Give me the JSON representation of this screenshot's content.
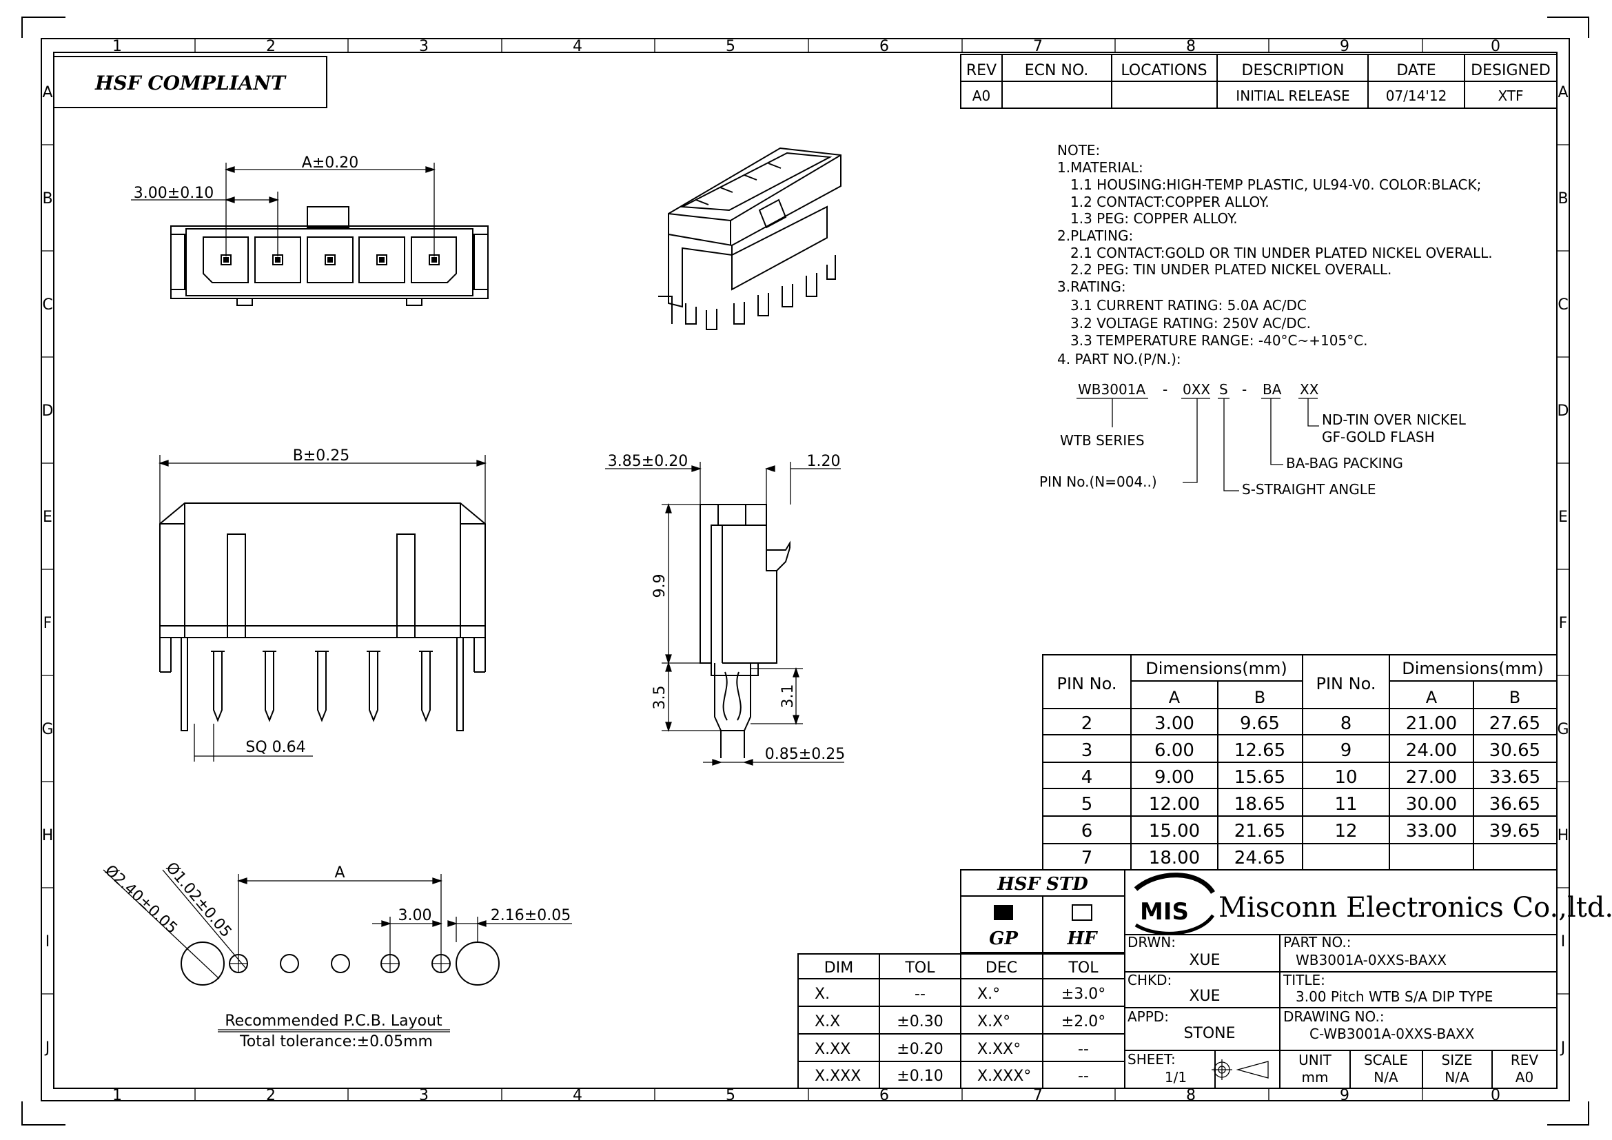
{
  "frame": {
    "columns": [
      "1",
      "2",
      "3",
      "4",
      "5",
      "6",
      "7",
      "8",
      "9",
      "0"
    ],
    "rows": [
      "A",
      "B",
      "C",
      "D",
      "E",
      "F",
      "G",
      "H",
      "I",
      "J"
    ]
  },
  "compliance_label": "HSF COMPLIANT",
  "revision_table": {
    "headers": [
      "REV",
      "ECN NO.",
      "LOCATIONS",
      "DESCRIPTION",
      "DATE",
      "DESIGNED"
    ],
    "row": [
      "A0",
      "",
      "",
      "INITIAL RELEASE",
      "07/14'12",
      "XTF"
    ]
  },
  "notes": {
    "lines": [
      "NOTE:",
      "1.MATERIAL:",
      "1.1  HOUSING:HIGH-TEMP PLASTIC, UL94-V0. COLOR:BLACK;",
      "1.2  CONTACT:COPPER ALLOY.",
      "1.3  PEG: COPPER ALLOY.",
      "2.PLATING:",
      "2.1  CONTACT:GOLD OR TIN UNDER PLATED NICKEL OVERALL.",
      "2.2  PEG: TIN UNDER PLATED NICKEL OVERALL.",
      "3.RATING:",
      "3.1  CURRENT RATING: 5.0A AC/DC",
      "3.2  VOLTAGE RATING: 250V AC/DC.",
      "3.3  TEMPERATURE RANGE: -40°C~+105°C.",
      "4. PART NO.(P/N.):"
    ]
  },
  "part_number_diagram": {
    "code": {
      "series": "WB3001A",
      "dash1": "-",
      "pins": "0XX",
      "angle": "S",
      "dash2": "-",
      "packing": "BA",
      "plating": "XX"
    },
    "legend": {
      "series": "WTB SERIES",
      "pins": "PIN No.(N=004..)",
      "angle": "S-STRAIGHT ANGLE",
      "packing": "BA-BAG PACKING",
      "plating_nd": "ND-TIN OVER NICKEL",
      "plating_gf": "GF-GOLD FLASH"
    }
  },
  "dimensions": {
    "top_a": "A±0.20",
    "top_pitch": "3.00±0.10",
    "front_b": "B±0.25",
    "front_sq": "SQ 0.64",
    "side_width": "3.85±0.20",
    "side_top": "1.20",
    "side_height": "9.9",
    "side_tail": "3.5",
    "side_tail2": "3.1",
    "side_pin": "0.85±0.25",
    "pcb_a": "A",
    "pcb_pitch": "3.00",
    "pcb_big": "2.16±0.05",
    "pcb_hole1": "Ø2.40±0.05",
    "pcb_hole2": "Ø1.02±0.05"
  },
  "pcb_layout": {
    "title": "Recommended P.C.B. Layout",
    "tolerance": "Total tolerance:±0.05mm"
  },
  "dim_table": {
    "pin_header": "PIN No.",
    "group_header": "Dimensions(mm)",
    "a_header": "A",
    "b_header": "B",
    "left_rows": [
      [
        "2",
        "3.00",
        "9.65"
      ],
      [
        "3",
        "6.00",
        "12.65"
      ],
      [
        "4",
        "9.00",
        "15.65"
      ],
      [
        "5",
        "12.00",
        "18.65"
      ],
      [
        "6",
        "15.00",
        "21.65"
      ],
      [
        "7",
        "18.00",
        "24.65"
      ]
    ],
    "right_rows": [
      [
        "8",
        "21.00",
        "27.65"
      ],
      [
        "9",
        "24.00",
        "30.65"
      ],
      [
        "10",
        "27.00",
        "33.65"
      ],
      [
        "11",
        "30.00",
        "36.65"
      ],
      [
        "12",
        "33.00",
        "39.65"
      ]
    ]
  },
  "tolerance_table": {
    "headers": [
      "DIM",
      "TOL",
      "DEC",
      "TOL"
    ],
    "rows": [
      [
        "X.",
        "--",
        "X.°",
        "±3.0°"
      ],
      [
        "X.X",
        "±0.30",
        "X.X°",
        "±2.0°"
      ],
      [
        "X.XX",
        "±0.20",
        "X.XX°",
        "--"
      ],
      [
        "X.XXX",
        "±0.10",
        "X.XXX°",
        "--"
      ]
    ]
  },
  "hsf_std": {
    "title": "HSF STD",
    "gp": "GP",
    "hf": "HF"
  },
  "title_block": {
    "logo": "MIS",
    "company": "Misconn Electronics Co.,ltd.",
    "drwn_label": "DRWN:",
    "drwn": "XUE",
    "chkd_label": "CHKD:",
    "chkd": "XUE",
    "appd_label": "APPD:",
    "appd": "STONE",
    "part_label": "PART NO.:",
    "part_no": "WB3001A-0XXS-BAXX",
    "title_label": "TITLE:",
    "title": "3.00 Pitch WTB S/A DIP TYPE",
    "drawing_label": "DRAWING NO.:",
    "drawing_no": "C-WB3001A-0XXS-BAXX",
    "sheet_label": "SHEET:",
    "sheet": "1/1",
    "unit_label": "UNIT",
    "unit": "mm",
    "scale_label": "SCALE",
    "scale": "N/A",
    "size_label": "SIZE",
    "size": "N/A",
    "rev_label": "REV",
    "rev": "A0"
  }
}
